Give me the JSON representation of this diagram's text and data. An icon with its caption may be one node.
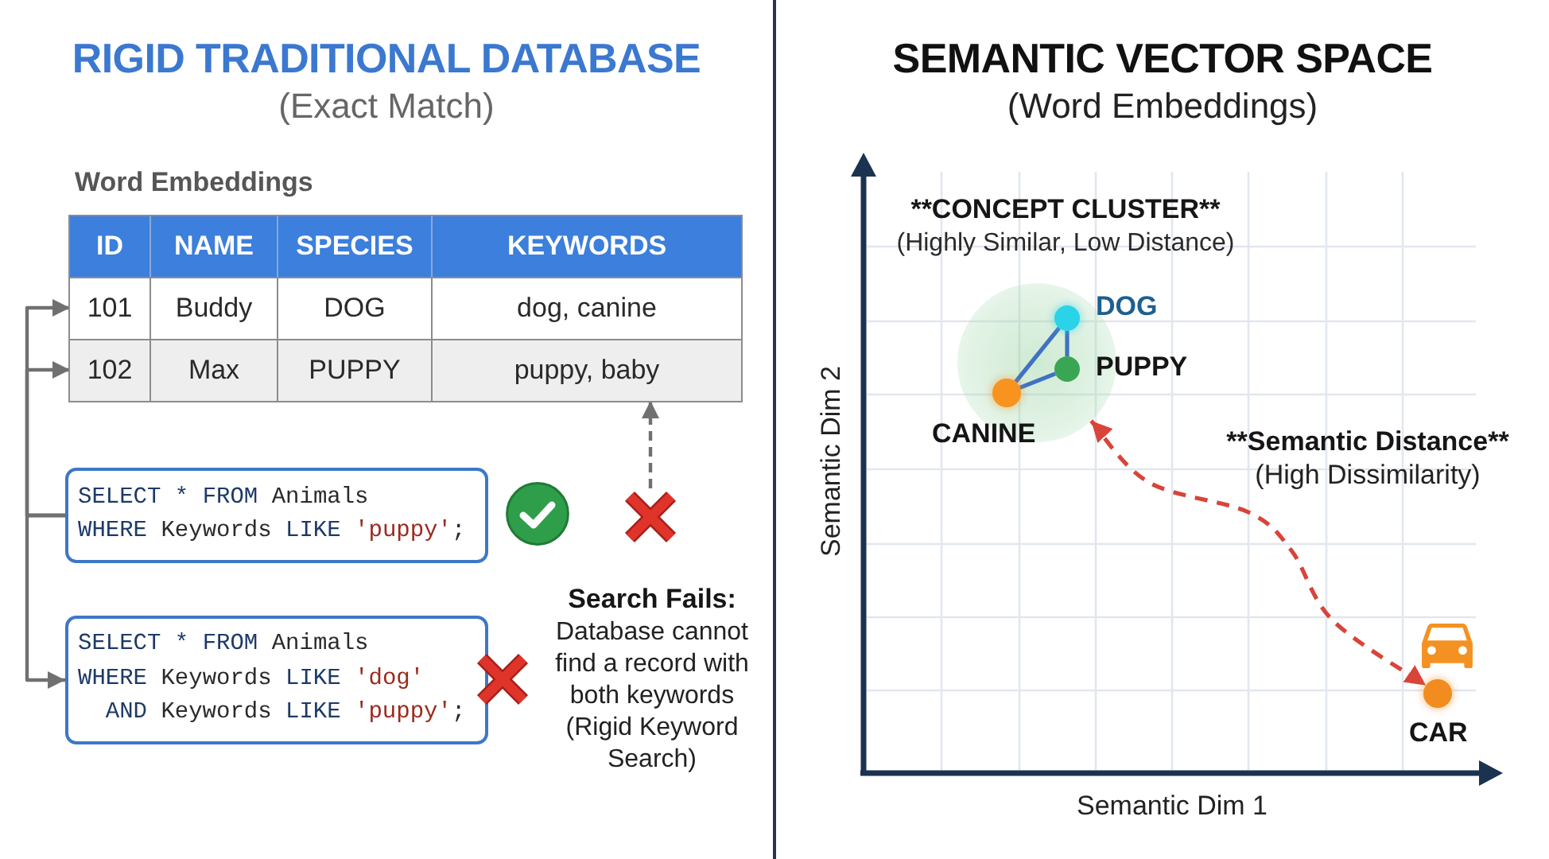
{
  "diagram": {
    "nodes": [
      {
        "text": [
          "Word Embeddings"
        ]
      },
      {
        "text": [
          "ID",
          "NAME",
          "SPECIES",
          "KEYWORDS"
        ],
        "in": 0
      },
      {
        "text": [
          "101",
          "Buddy",
          "DOG",
          "dog, canine"
        ],
        "in": 0
      },
      {
        "text": [
          "102",
          "Max",
          "PUPPY",
          "puppy, baby"
        ],
        "in": 0
      },
      {
        "text": [
          "SELECT * FROM Animals",
          "WHERE Keywords LIKE 'puppy';"
        ]
      },
      {
        "text": [
          "SELECT * FROM Animals",
          "WHERE Keywords LIKE 'dog'",
          "AND Keywords LIKE 'puppy';"
        ]
      },
      {
        "text": [],
        "shape": "cross"
      },
      {
        "text": [],
        "shape": "circle",
        "beside": [
          "**CONCEPT CLUSTER**",
          "(Highly Similar, Low Distance)"
        ]
      },
      {
        "text": [],
        "shape": "circle",
        "in": 7,
        "beside": [
          "DOG"
        ]
      },
      {
        "text": [],
        "shape": "circle",
        "in": 7,
        "beside": [
          "PUPPY"
        ]
      },
      {
        "text": [],
        "shape": "circle",
        "in": 7,
        "beside": [
          "CANINE"
        ]
      },
      {
        "text": [],
        "shape": "circle",
        "beside": [
          "CAR"
        ]
      }
    ],
    "edges": [
      {
        "from": 4,
        "to": 2,
        "arrow": "to"
      },
      {
        "from": 4,
        "to": 3,
        "arrow": "to"
      },
      {
        "from": 4,
        "to": 5,
        "arrow": "to"
      },
      {
        "from": 6,
        "to": 3,
        "arrow": "to",
        "style": "dashed"
      },
      {
        "from": 8,
        "to": 9,
        "arrow": "none",
        "color": "#3f72c2"
      },
      {
        "from": 8,
        "to": 10,
        "arrow": "none",
        "color": "#3f72c2"
      },
      {
        "from": 9,
        "to": 10,
        "arrow": "none",
        "color": "#3f72c2"
      },
      {
        "from": 7,
        "to": 11,
        "arrow": "both",
        "style": "dashed",
        "color": "#d8443a"
      }
    ],
    "labels": [
      "RIGID TRADITIONAL DATABASE",
      "(Exact Match)",
      "Search Fails:",
      "Database cannot find a record with both keywords (Rigid Keyword Search)",
      "SEMANTIC VECTOR SPACE",
      "(Word Embeddings)",
      "**Semantic Distance**",
      "(High Dissimilarity)",
      "Semantic Dim 2",
      "Semantic Dim 1"
    ]
  }
}
